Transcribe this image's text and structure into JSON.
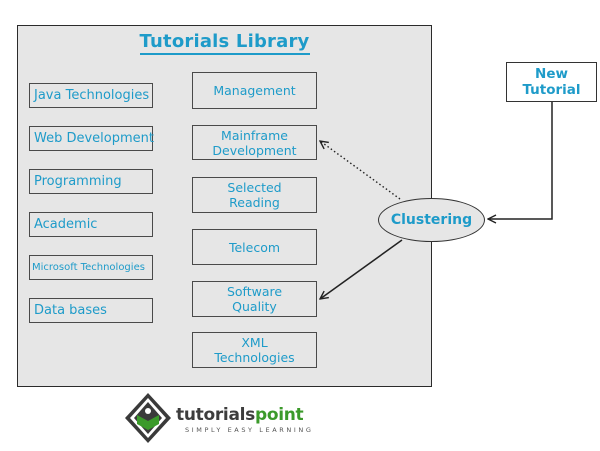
{
  "library": {
    "title": "Tutorials Library",
    "left_items": [
      "Java Technologies",
      "Web Development",
      "Programming",
      "Academic",
      "Microsoft Technologies",
      "Data bases"
    ],
    "mid_items": [
      "Management",
      "Mainframe Development",
      "Selected Reading",
      "Telecom",
      "Software Quality",
      "XML Technologies"
    ]
  },
  "new_tutorial": {
    "label": "New Tutorial"
  },
  "clustering": {
    "label": "Clustering"
  },
  "logo": {
    "name_part1": "tutorials",
    "name_part2": "point",
    "tagline": "SIMPLY EASY LEARNING"
  },
  "colors": {
    "text_accent": "#1e9bc9",
    "panel": "#e6e6e6",
    "logo_green": "#3b9a2a"
  }
}
